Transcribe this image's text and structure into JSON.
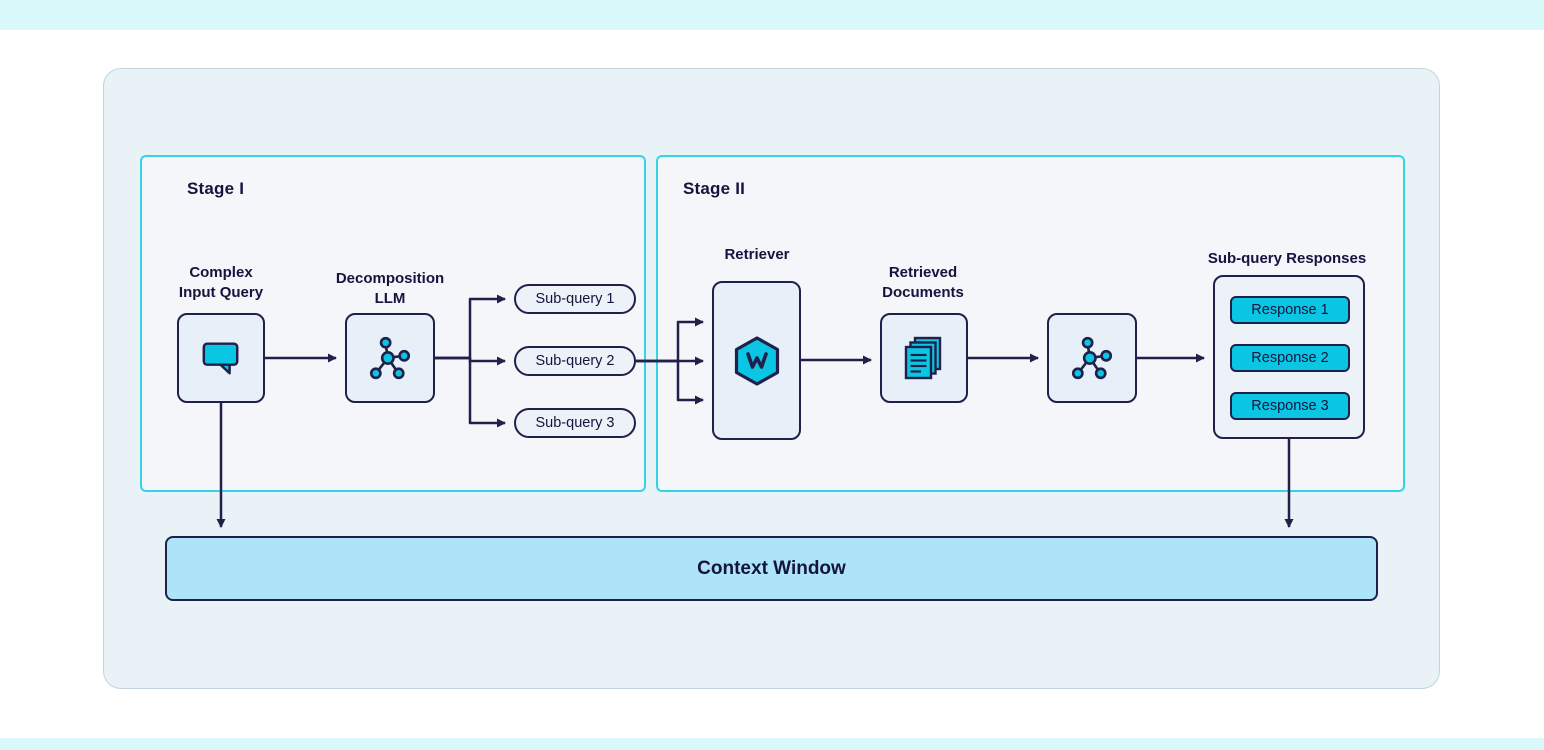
{
  "colors": {
    "accent_cyan": "#0BC6E3",
    "pale_cyan": "#D9F8FA",
    "navy": "#20204A",
    "panel_bg": "#E9F2F7",
    "stage_bg": "#F4F6FA",
    "node_bg": "#E7EFF8",
    "stage_border": "#35D3E8",
    "context_bg": "#AEE4F8"
  },
  "stage1": {
    "label": "Stage I",
    "complex_input_query": {
      "label_line1": "Complex",
      "label_line2": "Input Query"
    },
    "decomposition_llm": {
      "label_line1": "Decomposition",
      "label_line2": "LLM"
    },
    "subqueries": [
      {
        "label": "Sub-query 1"
      },
      {
        "label": "Sub-query 2"
      },
      {
        "label": "Sub-query 3"
      }
    ]
  },
  "stage2": {
    "label": "Stage II",
    "retriever_label": "Retriever",
    "retrieved_documents": {
      "label_line1": "Retrieved",
      "label_line2": "Documents"
    },
    "responses_label": "Sub-query Responses",
    "responses": [
      {
        "label": "Response 1"
      },
      {
        "label": "Response 2"
      },
      {
        "label": "Response 3"
      }
    ]
  },
  "context_window": {
    "label": "Context Window"
  }
}
